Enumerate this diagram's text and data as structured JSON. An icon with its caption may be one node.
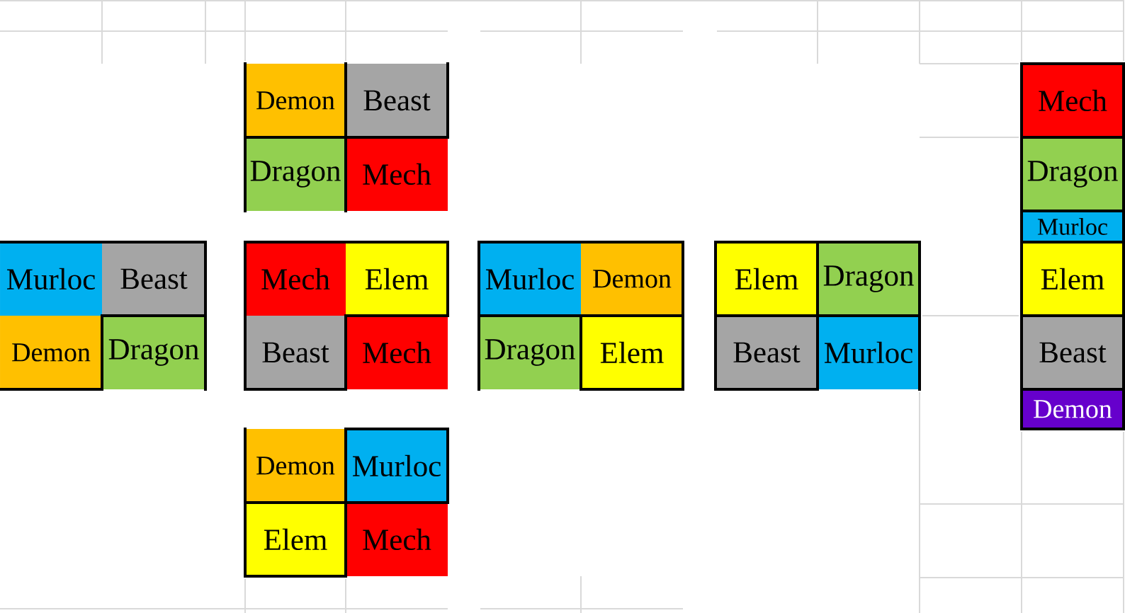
{
  "diagram": {
    "nodes": [
      {
        "text": [
          "Demon"
        ]
      },
      {
        "text": [
          "Beast"
        ]
      },
      {
        "text": [
          "Dragon"
        ]
      },
      {
        "text": [
          "Mech"
        ]
      },
      {
        "text": [
          "Murloc"
        ]
      },
      {
        "text": [
          "Beast"
        ]
      },
      {
        "text": [
          "Demon"
        ]
      },
      {
        "text": [
          "Dragon"
        ]
      },
      {
        "text": [
          "Mech"
        ]
      },
      {
        "text": [
          "Elem"
        ]
      },
      {
        "text": [
          "Beast"
        ]
      },
      {
        "text": [
          "Mech"
        ]
      },
      {
        "text": [
          "Murloc"
        ]
      },
      {
        "text": [
          "Demon"
        ]
      },
      {
        "text": [
          "Dragon"
        ]
      },
      {
        "text": [
          "Elem"
        ]
      },
      {
        "text": [
          "Elem"
        ]
      },
      {
        "text": [
          "Dragon"
        ]
      },
      {
        "text": [
          "Beast"
        ]
      },
      {
        "text": [
          "Murloc"
        ]
      },
      {
        "text": [
          "Demon"
        ]
      },
      {
        "text": [
          "Murloc"
        ]
      },
      {
        "text": [
          "Elem"
        ]
      },
      {
        "text": [
          "Mech"
        ]
      },
      {
        "text": [
          "Mech"
        ]
      },
      {
        "text": [
          "Dragon"
        ]
      },
      {
        "text": [
          "Murloc"
        ]
      },
      {
        "text": [
          "Elem"
        ]
      },
      {
        "text": [
          "Beast"
        ]
      },
      {
        "text": [
          "Demon"
        ]
      }
    ]
  }
}
